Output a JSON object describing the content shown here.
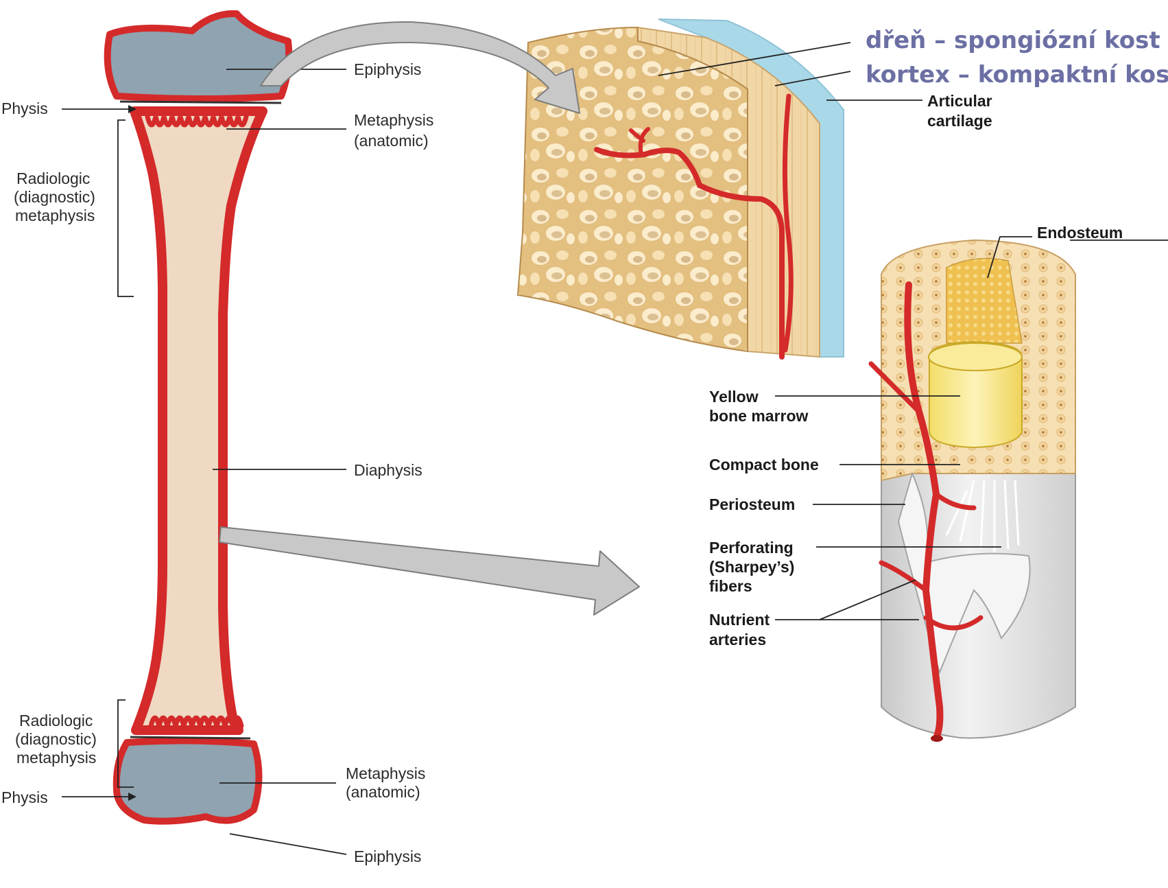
{
  "long_bone": {
    "epiphysis_top": "Epiphysis",
    "physis_top": "Physis",
    "metaphysis_top": [
      "Metaphysis",
      "(anatomic)"
    ],
    "radiologic_top": [
      "Radiologic",
      "(diagnostic)",
      "metaphysis"
    ],
    "diaphysis": "Diaphysis",
    "radiologic_bottom": [
      "Radiologic",
      "(diagnostic)",
      "metaphysis"
    ],
    "physis_bottom": "Physis",
    "metaphysis_bottom": [
      "Metaphysis",
      "(anatomic)"
    ],
    "epiphysis_bottom": "Epiphysis"
  },
  "spongy_section": {
    "label_marrow_czech": "dřeň – spongiózní kost",
    "label_cortex_czech": "kortex – kompaktní kost",
    "articular_cartilage": [
      "Articular",
      "cartilage"
    ]
  },
  "shaft_section": {
    "endosteum": "Endosteum",
    "yellow_marrow": [
      "Yellow",
      "bone marrow"
    ],
    "compact_bone": "Compact bone",
    "periosteum": "Periosteum",
    "perforating_fibers": [
      "Perforating",
      "(Sharpey’s)",
      "fibers"
    ],
    "nutrient_arteries": [
      "Nutrient",
      "arteries"
    ]
  },
  "colors": {
    "epiphysis": "#8fa3b0",
    "cortex_red": "#d42a2a",
    "diaphysis_fill": "#efd9c3",
    "spongy_bone": "#e9c98f",
    "cartilage": "#a9d8e8",
    "czech_label": "#6b6fa3",
    "arrow_fill": "#c8c8c8"
  }
}
